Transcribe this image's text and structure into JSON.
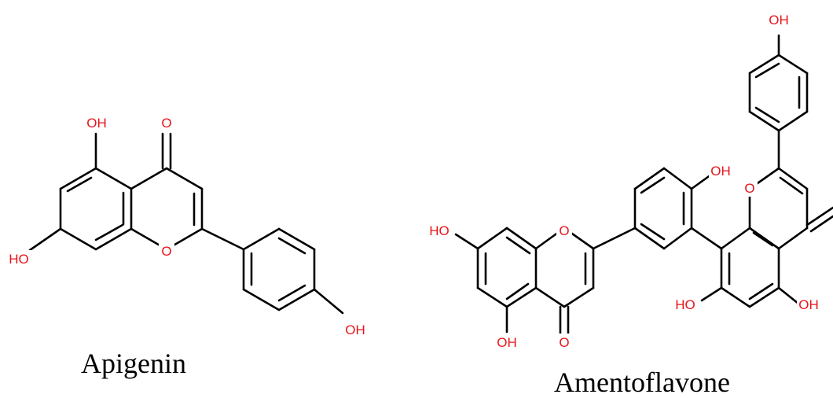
{
  "molecules": [
    {
      "name": "Apigenin",
      "atoms": [
        {
          "label": "OH",
          "text_anchor": "middle"
        },
        {
          "label": "O",
          "text_anchor": "middle"
        },
        {
          "label": "HO",
          "text_anchor": "middle"
        },
        {
          "label": "O",
          "text_anchor": "middle"
        },
        {
          "label": "OH",
          "text_anchor": "middle"
        }
      ]
    },
    {
      "name": "Amentoflavone",
      "atoms": [
        {
          "label": "OH",
          "text_anchor": "middle"
        },
        {
          "label": "OH",
          "text_anchor": "middle"
        },
        {
          "label": "O",
          "text_anchor": "middle"
        },
        {
          "label": "HO",
          "text_anchor": "middle"
        },
        {
          "label": "O",
          "text_anchor": "middle"
        },
        {
          "label": "OH",
          "text_anchor": "middle"
        },
        {
          "label": "O",
          "text_anchor": "middle"
        },
        {
          "label": "HO",
          "text_anchor": "middle"
        },
        {
          "label": "OH",
          "text_anchor": "middle"
        }
      ]
    }
  ],
  "colors": {
    "heteroatom": "#e8141a",
    "bond": "#000000"
  }
}
